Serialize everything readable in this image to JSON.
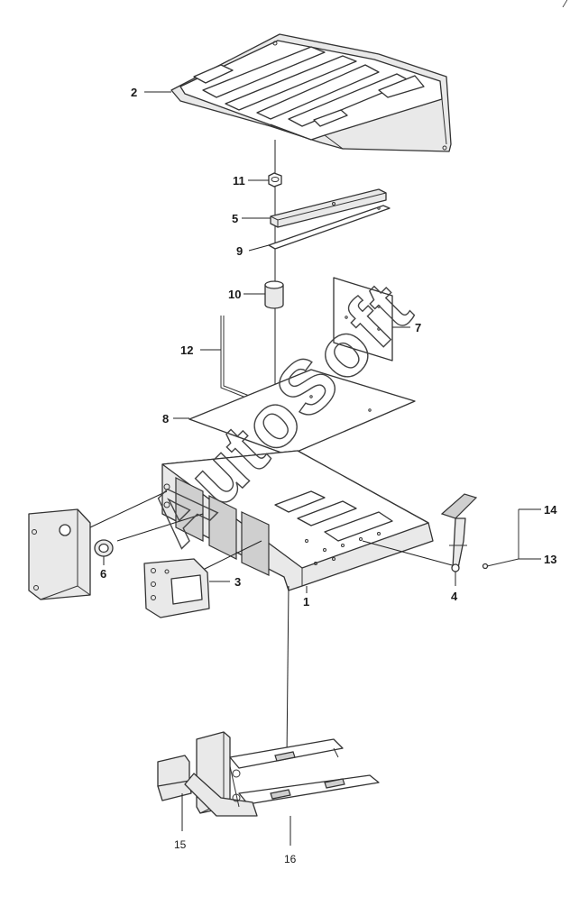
{
  "watermark": "AutoSoft",
  "corner_mark": "⁄",
  "callouts": [
    {
      "id": "2",
      "label": "2"
    },
    {
      "id": "11",
      "label": "11"
    },
    {
      "id": "5",
      "label": "5"
    },
    {
      "id": "9",
      "label": "9"
    },
    {
      "id": "10",
      "label": "10"
    },
    {
      "id": "7",
      "label": "7"
    },
    {
      "id": "12",
      "label": "12"
    },
    {
      "id": "8",
      "label": "8"
    },
    {
      "id": "6",
      "label": "6"
    },
    {
      "id": "3",
      "label": "3"
    },
    {
      "id": "1",
      "label": "1"
    },
    {
      "id": "4",
      "label": "4"
    },
    {
      "id": "14",
      "label": "14"
    },
    {
      "id": "13",
      "label": "13"
    },
    {
      "id": "15",
      "label": "15"
    },
    {
      "id": "16",
      "label": "16"
    }
  ]
}
